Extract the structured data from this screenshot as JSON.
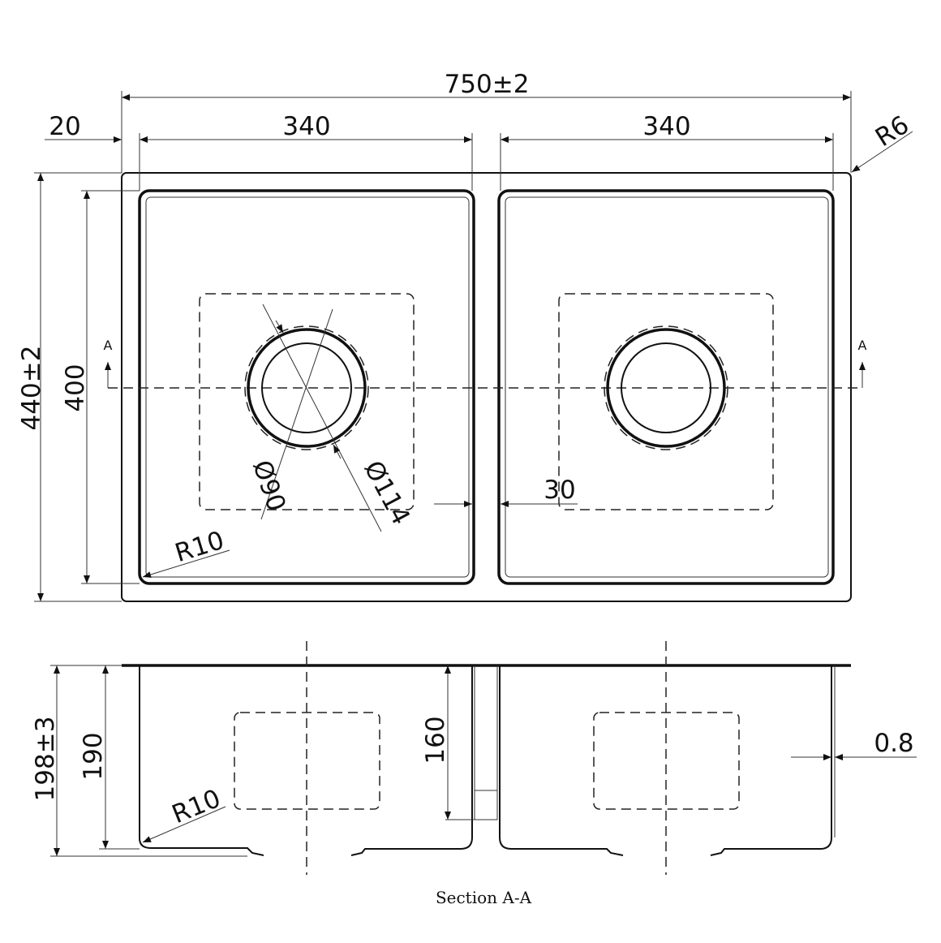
{
  "plan_view": {
    "overall_width": "750±2",
    "edge_offset": "20",
    "bowl_width_left": "340",
    "bowl_width_right": "340",
    "corner_radius_outer": "R6",
    "overall_depth": "440±2",
    "bowl_depth": "400",
    "drain_inner_diameter": "Ø90",
    "drain_outer_diameter": "Ø114",
    "divider_width": "30",
    "bowl_corner_radius": "R10",
    "section_marker_left": "A",
    "section_marker_right": "A"
  },
  "section_view": {
    "overall_height": "198±3",
    "bowl_height": "190",
    "divider_height": "160",
    "thickness": "0.8",
    "corner_radius": "R10",
    "caption": "Section A-A"
  }
}
